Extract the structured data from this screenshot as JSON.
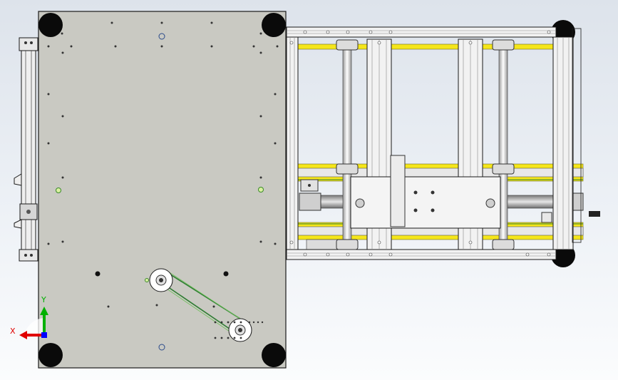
{
  "triad": {
    "x_label": "X",
    "y_label": "Y",
    "x_color": "#e00000",
    "y_color": "#00b000",
    "z_color": "#0000ff"
  },
  "colors": {
    "background_top": "#dde3eb",
    "background_bottom": "#fbfcfd",
    "plate": "#c9c9c2",
    "frame_profile": "#f2f2f2",
    "rail_yellow": "#f5e61a",
    "belt_green": "#2e7d32",
    "foot": "#0a0a0a",
    "shaft": "#a9a9a9",
    "edge": "#1a1a1a"
  },
  "view": {
    "type": "top-view assembly drawing",
    "components": [
      "base-plate",
      "aluminum-frame",
      "linear-rails",
      "lead-screws",
      "carriage",
      "timing-belt",
      "leveling-feet"
    ]
  }
}
